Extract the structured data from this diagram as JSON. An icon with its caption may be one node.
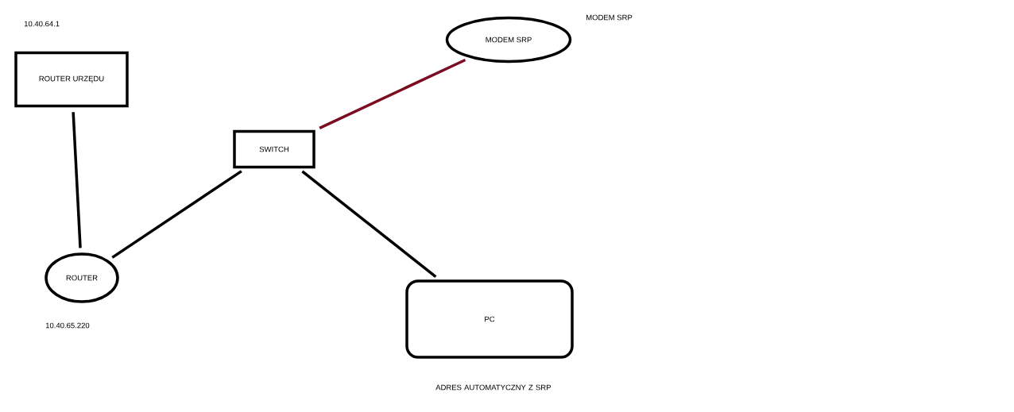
{
  "diagram": {
    "nodes": [
      {
        "text": [
          "ROUTER URZĘDU"
        ],
        "beside": [
          "10.40.64.1"
        ]
      },
      {
        "text": [
          "SWITCH"
        ]
      },
      {
        "text": [
          "MODEM SRP"
        ],
        "beside": [
          "MODEM SRP"
        ]
      },
      {
        "text": [
          "ROUTER"
        ],
        "beside": [
          "10.40.65.220"
        ]
      },
      {
        "text": [
          "PC"
        ],
        "beside": [
          "ADRES AUTOMATYCZNY Z SRP"
        ]
      }
    ],
    "edges": [
      {
        "from": 0,
        "to": 3,
        "arrow": "none"
      },
      {
        "from": 3,
        "to": 1,
        "arrow": "none"
      },
      {
        "from": 1,
        "to": 2,
        "arrow": "none",
        "color": "#7b0c22"
      },
      {
        "from": 1,
        "to": 4,
        "arrow": "none"
      }
    ]
  }
}
